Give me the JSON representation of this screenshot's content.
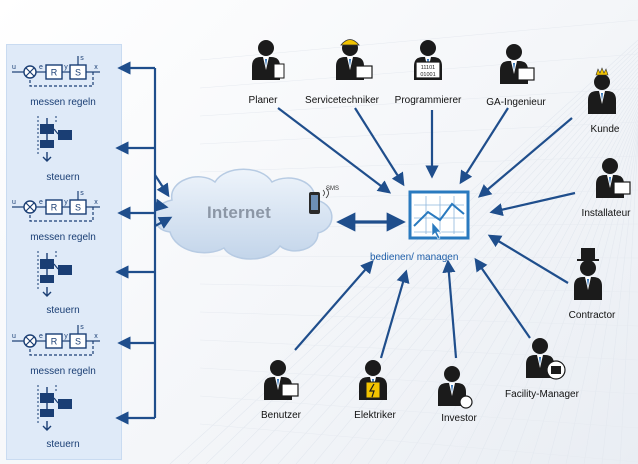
{
  "cloud": {
    "label": "Internet",
    "sms_label": "SMS"
  },
  "center": {
    "label": "bedienen/ managen"
  },
  "control_panel": {
    "items": [
      {
        "type": "regeln",
        "label": "messen regeln",
        "signals": [
          "u",
          "e",
          "y",
          "s",
          "x"
        ],
        "blocks": [
          "R",
          "S"
        ]
      },
      {
        "type": "steuern",
        "label": "steuern"
      },
      {
        "type": "regeln",
        "label": "messen regeln",
        "signals": [
          "u",
          "e",
          "y",
          "s",
          "x"
        ],
        "blocks": [
          "R",
          "S"
        ]
      },
      {
        "type": "steuern",
        "label": "steuern"
      },
      {
        "type": "regeln",
        "label": "messen regeln",
        "signals": [
          "u",
          "e",
          "y",
          "s",
          "x"
        ],
        "blocks": [
          "R",
          "S"
        ]
      },
      {
        "type": "steuern",
        "label": "steuern"
      }
    ]
  },
  "roles": [
    {
      "id": "planer",
      "label": "Planer"
    },
    {
      "id": "servicetechniker",
      "label": "Servicetechniker"
    },
    {
      "id": "programmierer",
      "label": "Programmierer",
      "icon_text": [
        "11101",
        "01001"
      ]
    },
    {
      "id": "ga-ingenieur",
      "label": "GA-Ingenieur"
    },
    {
      "id": "kunde",
      "label": "Kunde"
    },
    {
      "id": "installateur",
      "label": "Installateur"
    },
    {
      "id": "contractor",
      "label": "Contractor"
    },
    {
      "id": "facility-manager",
      "label": "Facility-Manager"
    },
    {
      "id": "investor",
      "label": "Investor"
    },
    {
      "id": "elektriker",
      "label": "Elektriker"
    },
    {
      "id": "benutzer",
      "label": "Benutzer"
    }
  ],
  "colors": {
    "arrow_blue": "#1f4e8c",
    "panel_bg": "#dfeaf8",
    "person": "#1b1b1b",
    "accent": "#2b6fb6"
  }
}
